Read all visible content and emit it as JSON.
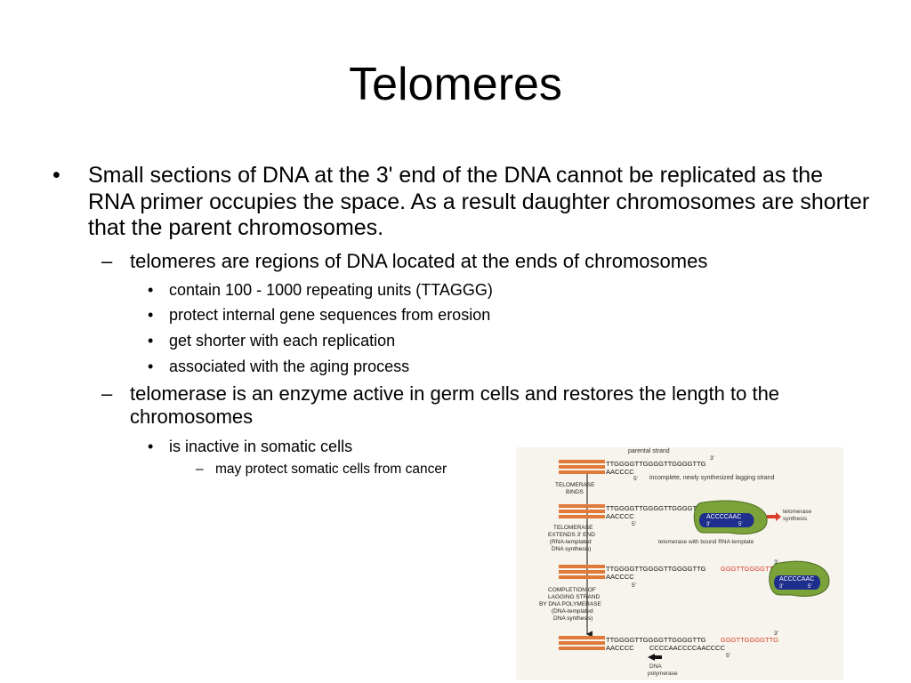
{
  "slide": {
    "title": "Telomeres",
    "bullets": {
      "b1": "Small sections of DNA at the 3' end of the DNA cannot be replicated as the RNA primer occupies the space. As a result daughter chromosomes are shorter that the parent chromosomes.",
      "b1_1": "telomeres are regions of DNA located at the ends of chromosomes",
      "b1_1_1": "contain 100 - 1000 repeating units (TTAGGG)",
      "b1_1_2": "protect internal gene sequences from erosion",
      "b1_1_3": "get shorter with each replication",
      "b1_1_4": "associated with the aging process",
      "b1_2": "telomerase is an enzyme active in germ cells and restores the length to the chromosomes",
      "b1_2_1": "is inactive in somatic cells",
      "b1_2_1_1": "may protect somatic cells from cancer"
    },
    "markers": {
      "disc": "•",
      "dash": "–"
    }
  },
  "figure": {
    "labels": {
      "parental_strand": "parental strand",
      "three_prime": "3'",
      "five_prime": "5'",
      "incomplete": "incomplete, newly synthesized lagging strand",
      "telomerase_binds": [
        "TELOMERASE",
        "BINDS"
      ],
      "extends": [
        "TELOMERASE",
        "EXTENDS 3' END",
        "(RNA-templated",
        "DNA synthesis)"
      ],
      "completion": [
        "COMPLETION OF",
        "LAGGING STRAND",
        "BY DNA POLYMERASE",
        "(DNA-templated",
        "DNA synthesis)"
      ],
      "telomerase_synthesis": [
        "telomerase",
        "synthesis"
      ],
      "bound_template": "telomerase with bound RNA template",
      "dna_polymerase": [
        "DNA",
        "polymerase"
      ]
    },
    "sequences": {
      "top": "TTGGGGTTGGGGTTGGGGTTG",
      "bottom_short": "AACCCC",
      "ext_red": "GGGTTGGGGTTG",
      "rna": "ACCCCAAC",
      "bottom_long": "CCCCAACCCCAACCCC"
    },
    "colors": {
      "orange": "#e07a3a",
      "green": "#7ba33a",
      "blue": "#1e2e8c",
      "red": "#d83c2a",
      "paper": "#f6f4ec"
    }
  }
}
